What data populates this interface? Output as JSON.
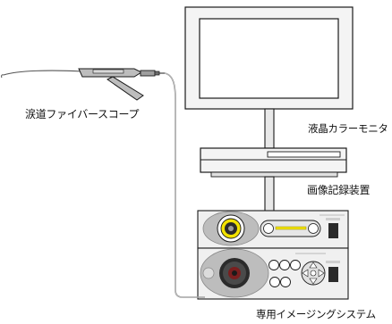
{
  "labels": {
    "fiberscope": "涙道ファイバースコープ",
    "monitor": "液晶カラーモニタ",
    "recorder": "画像記録装置",
    "system": "専用イメージングシステム"
  },
  "colors": {
    "stroke": "#1a1a1a",
    "device_gray": "#bdbdbd",
    "panel_light": "#e6e6e6",
    "accent_yellow": "#f2e200",
    "lens_dark": "#2b2b2b",
    "lens_red": "#7a1f1f"
  }
}
